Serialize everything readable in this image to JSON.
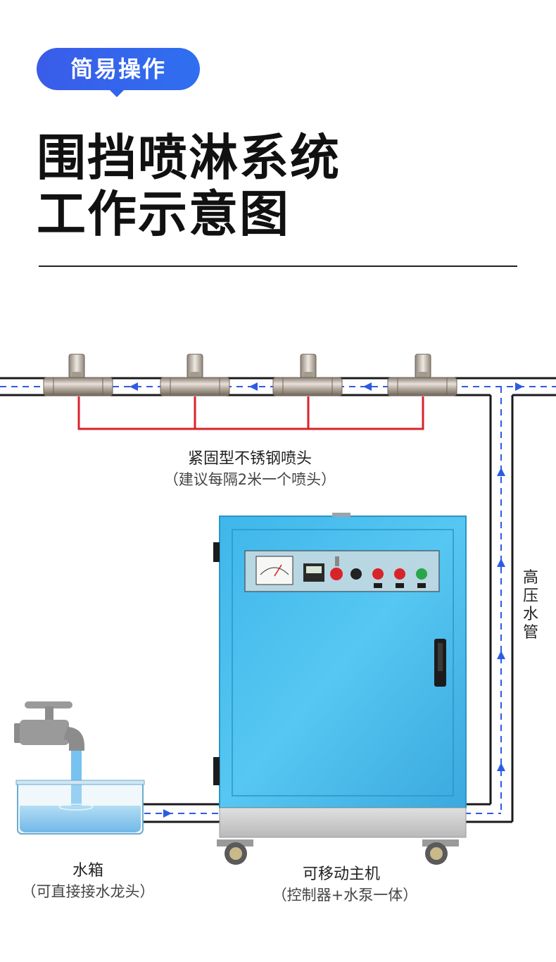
{
  "header": {
    "badge": "简易操作",
    "title_line1": "围挡喷淋系统",
    "title_line2": "工作示意图"
  },
  "labels": {
    "nozzle_title": "紧固型不锈钢喷头",
    "nozzle_note": "（建议每隔2米一个喷头）",
    "pipe_label": "高压水管",
    "tank_title": "水箱",
    "tank_note": "（可直接接水龙头）",
    "host_title": "可移动主机",
    "host_note": "（控制器+水泵一体）"
  },
  "colors": {
    "badge_blue": "#3264ee",
    "cabinet_blue": "#4ec3f0",
    "flow_arrow": "#2d5be3",
    "wire_red": "#d9232b",
    "pipe_dark": "#1a1a1a"
  }
}
